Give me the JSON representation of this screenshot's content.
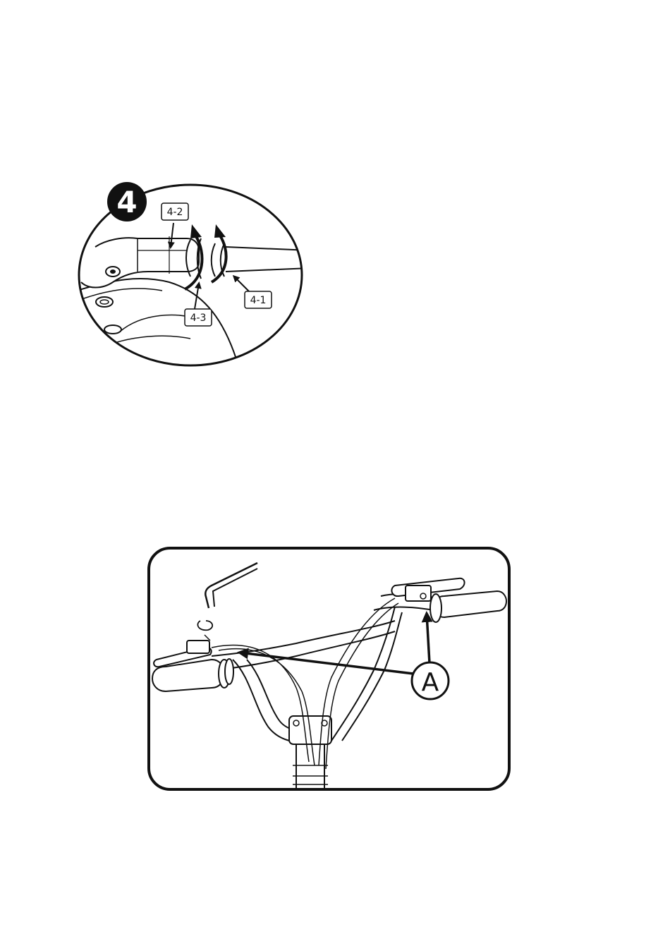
{
  "figure_step": {
    "step_number": "4",
    "callouts": {
      "c41": "4-1",
      "c42": "4-2",
      "c43": "4-3"
    }
  },
  "figure_handlebar": {
    "callout_a": "A"
  },
  "colors": {
    "ink": "#111111",
    "paper": "#ffffff"
  }
}
